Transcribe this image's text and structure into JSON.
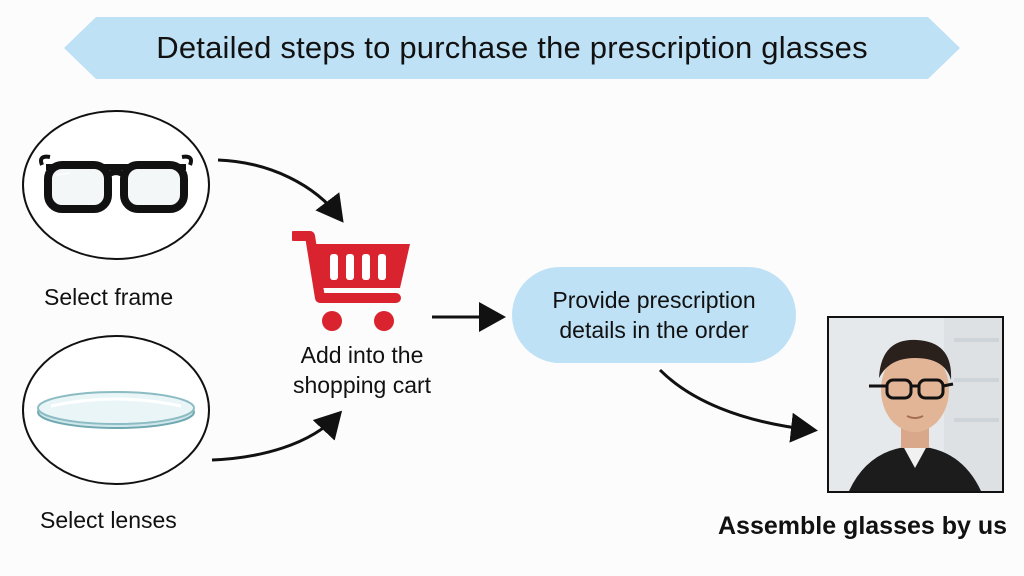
{
  "banner": {
    "title": "Detailed steps to purchase the prescription glasses",
    "color": "#bfe1f6"
  },
  "steps": {
    "frame": {
      "label": "Select frame",
      "icon": "eyeglasses-icon"
    },
    "lenses": {
      "label": "Select lenses",
      "icon": "lens-icon"
    },
    "cart": {
      "label": "Add into the shopping cart",
      "icon": "shopping-cart-icon",
      "color": "#d9232e"
    },
    "prescription": {
      "label": "Provide prescription details in the order",
      "color": "#bfe1f6"
    },
    "assemble": {
      "label": "Assemble glasses by us",
      "icon": "person-wearing-glasses-photo"
    }
  }
}
